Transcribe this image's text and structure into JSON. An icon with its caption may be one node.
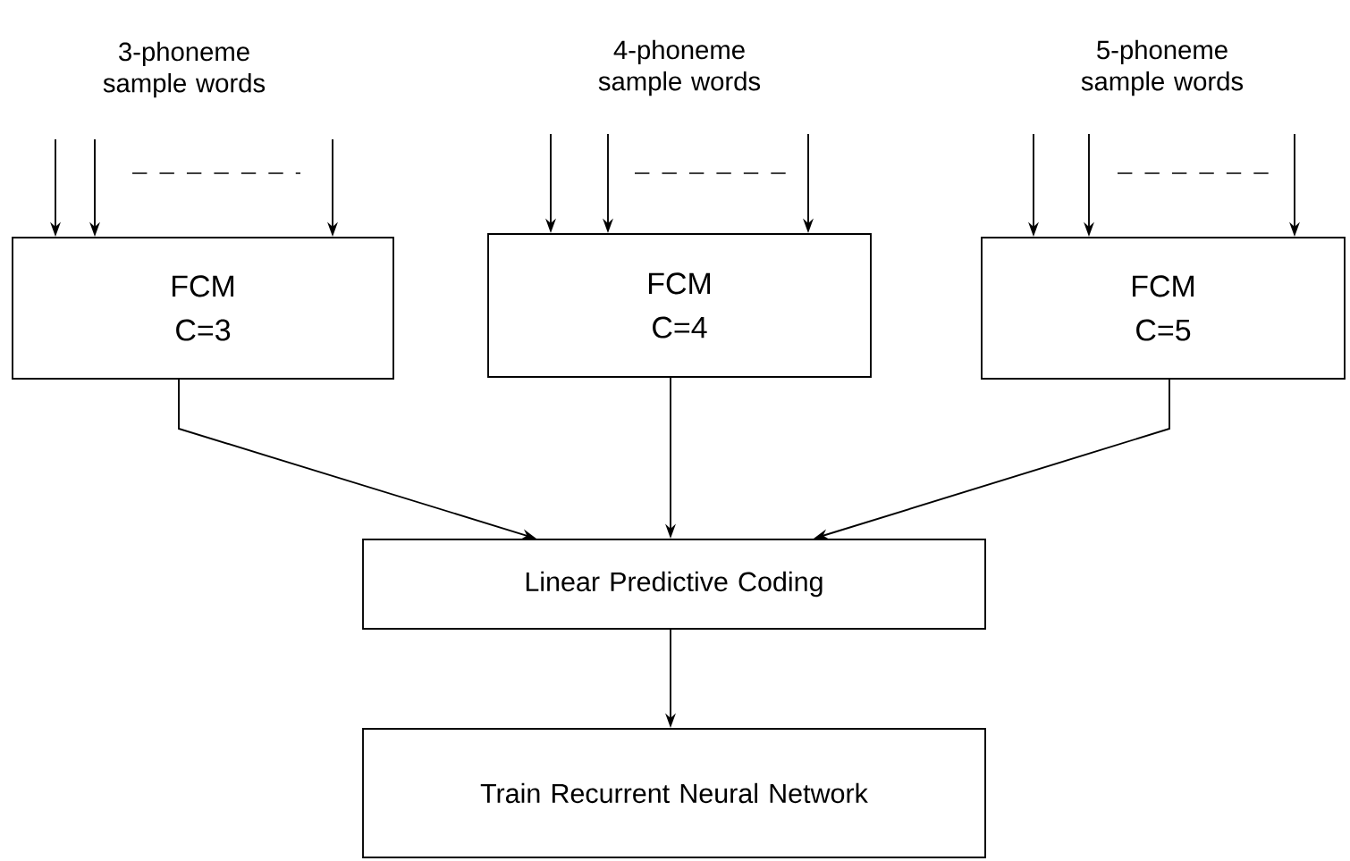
{
  "diagram": {
    "nodes": [
      {
        "text": [
          "FCM",
          "C=3"
        ]
      },
      {
        "text": [
          "FCM",
          "C=4"
        ]
      },
      {
        "text": [
          "FCM",
          "C=5"
        ]
      },
      {
        "text": [
          "Linear Predictive Coding"
        ]
      },
      {
        "text": [
          "Train Recurrent Neural Network"
        ]
      }
    ],
    "edges": [
      {
        "from": null,
        "to": 0,
        "arrow": "to"
      },
      {
        "from": null,
        "to": 0,
        "arrow": "to"
      },
      {
        "from": null,
        "to": 0,
        "arrow": "to"
      },
      {
        "from": null,
        "to": 1,
        "arrow": "to"
      },
      {
        "from": null,
        "to": 1,
        "arrow": "to"
      },
      {
        "from": null,
        "to": 1,
        "arrow": "to"
      },
      {
        "from": null,
        "to": 2,
        "arrow": "to"
      },
      {
        "from": null,
        "to": 2,
        "arrow": "to"
      },
      {
        "from": null,
        "to": 2,
        "arrow": "to"
      },
      {
        "from": 0,
        "to": 3,
        "arrow": "to"
      },
      {
        "from": 1,
        "to": 3,
        "arrow": "to"
      },
      {
        "from": 2,
        "to": 3,
        "arrow": "to"
      },
      {
        "from": 3,
        "to": 4,
        "arrow": "to"
      }
    ],
    "labels": [
      "3-phoneme sample words",
      "4-phoneme sample words",
      "5-phoneme sample words"
    ]
  }
}
